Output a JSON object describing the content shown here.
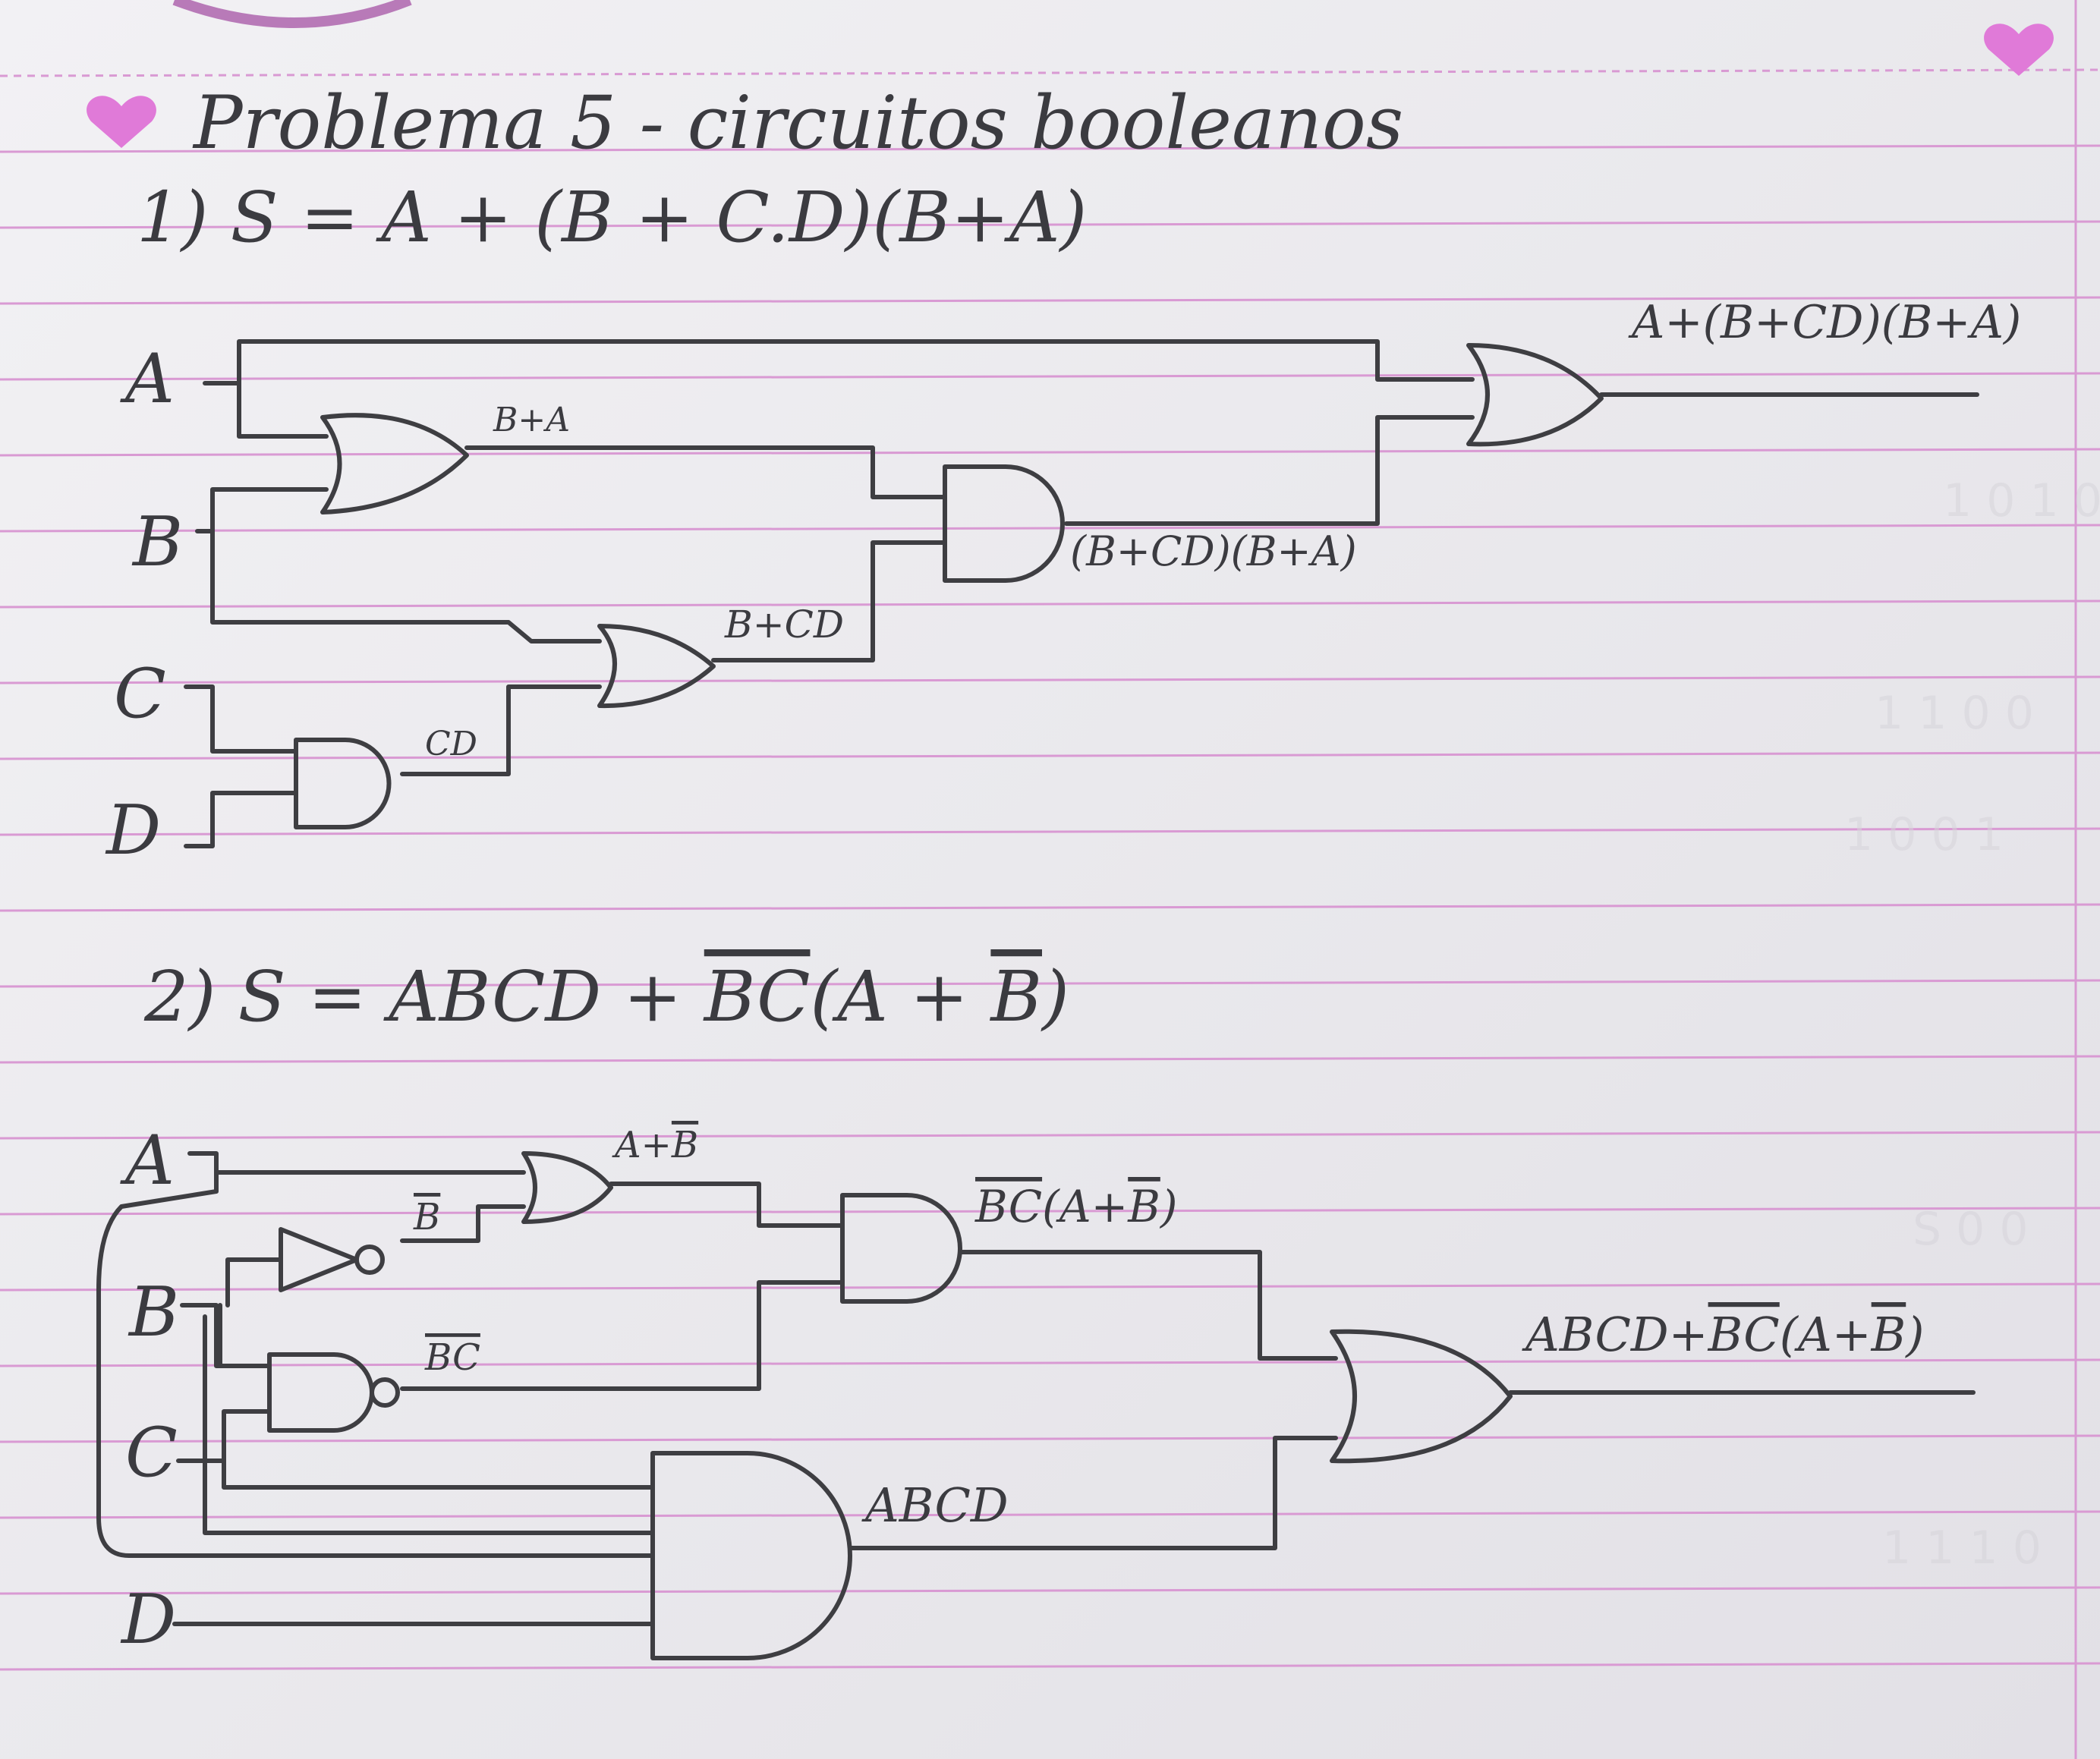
{
  "page": {
    "title": "Problema 5 - circuitos booleanos",
    "colors": {
      "paper": "#ecebee",
      "rule": "#d99ad3",
      "ink": "#3e3e42",
      "heart": "#e07ad8"
    }
  },
  "problem1": {
    "heading": "1) S = A + (B + C.D)(B+A)",
    "inputs": [
      "A",
      "B",
      "C",
      "D"
    ],
    "gates": [
      {
        "id": "or-b-a",
        "type": "OR",
        "label": "B+A"
      },
      {
        "id": "and-c-d",
        "type": "AND",
        "label": "CD"
      },
      {
        "id": "or-b-cd",
        "type": "OR",
        "label": "B+CD"
      },
      {
        "id": "and-mid",
        "type": "AND",
        "label": "(B+CD)(B+A)"
      },
      {
        "id": "or-final",
        "type": "OR",
        "label": "A+(B+CD)(B+A)"
      }
    ]
  },
  "problem2": {
    "heading_main": "2) S = ABCD + ",
    "heading_bar": "BC",
    "heading_tail_a": "(A + ",
    "heading_tail_b": "B",
    "heading_tail_c": ")",
    "inputs": [
      "A",
      "B",
      "C",
      "D"
    ],
    "gates": [
      {
        "id": "not-b",
        "type": "NOT",
        "label": "B",
        "label_bar": true
      },
      {
        "id": "or-a-notb",
        "type": "OR",
        "label_a": "A+",
        "label_b": "B"
      },
      {
        "id": "nand-bc",
        "type": "NAND",
        "label": "BC",
        "label_bar": true
      },
      {
        "id": "and-mid",
        "type": "AND",
        "label_a": "BC",
        "label_b": "(A+",
        "label_c": "B",
        "label_d": ")"
      },
      {
        "id": "and-abcd",
        "type": "AND",
        "label": "ABCD"
      },
      {
        "id": "or-final",
        "type": "OR",
        "label_a": "ABCD+",
        "label_b": "BC",
        "label_c": "(A+",
        "label_d": "B",
        "label_e": ")"
      }
    ]
  }
}
